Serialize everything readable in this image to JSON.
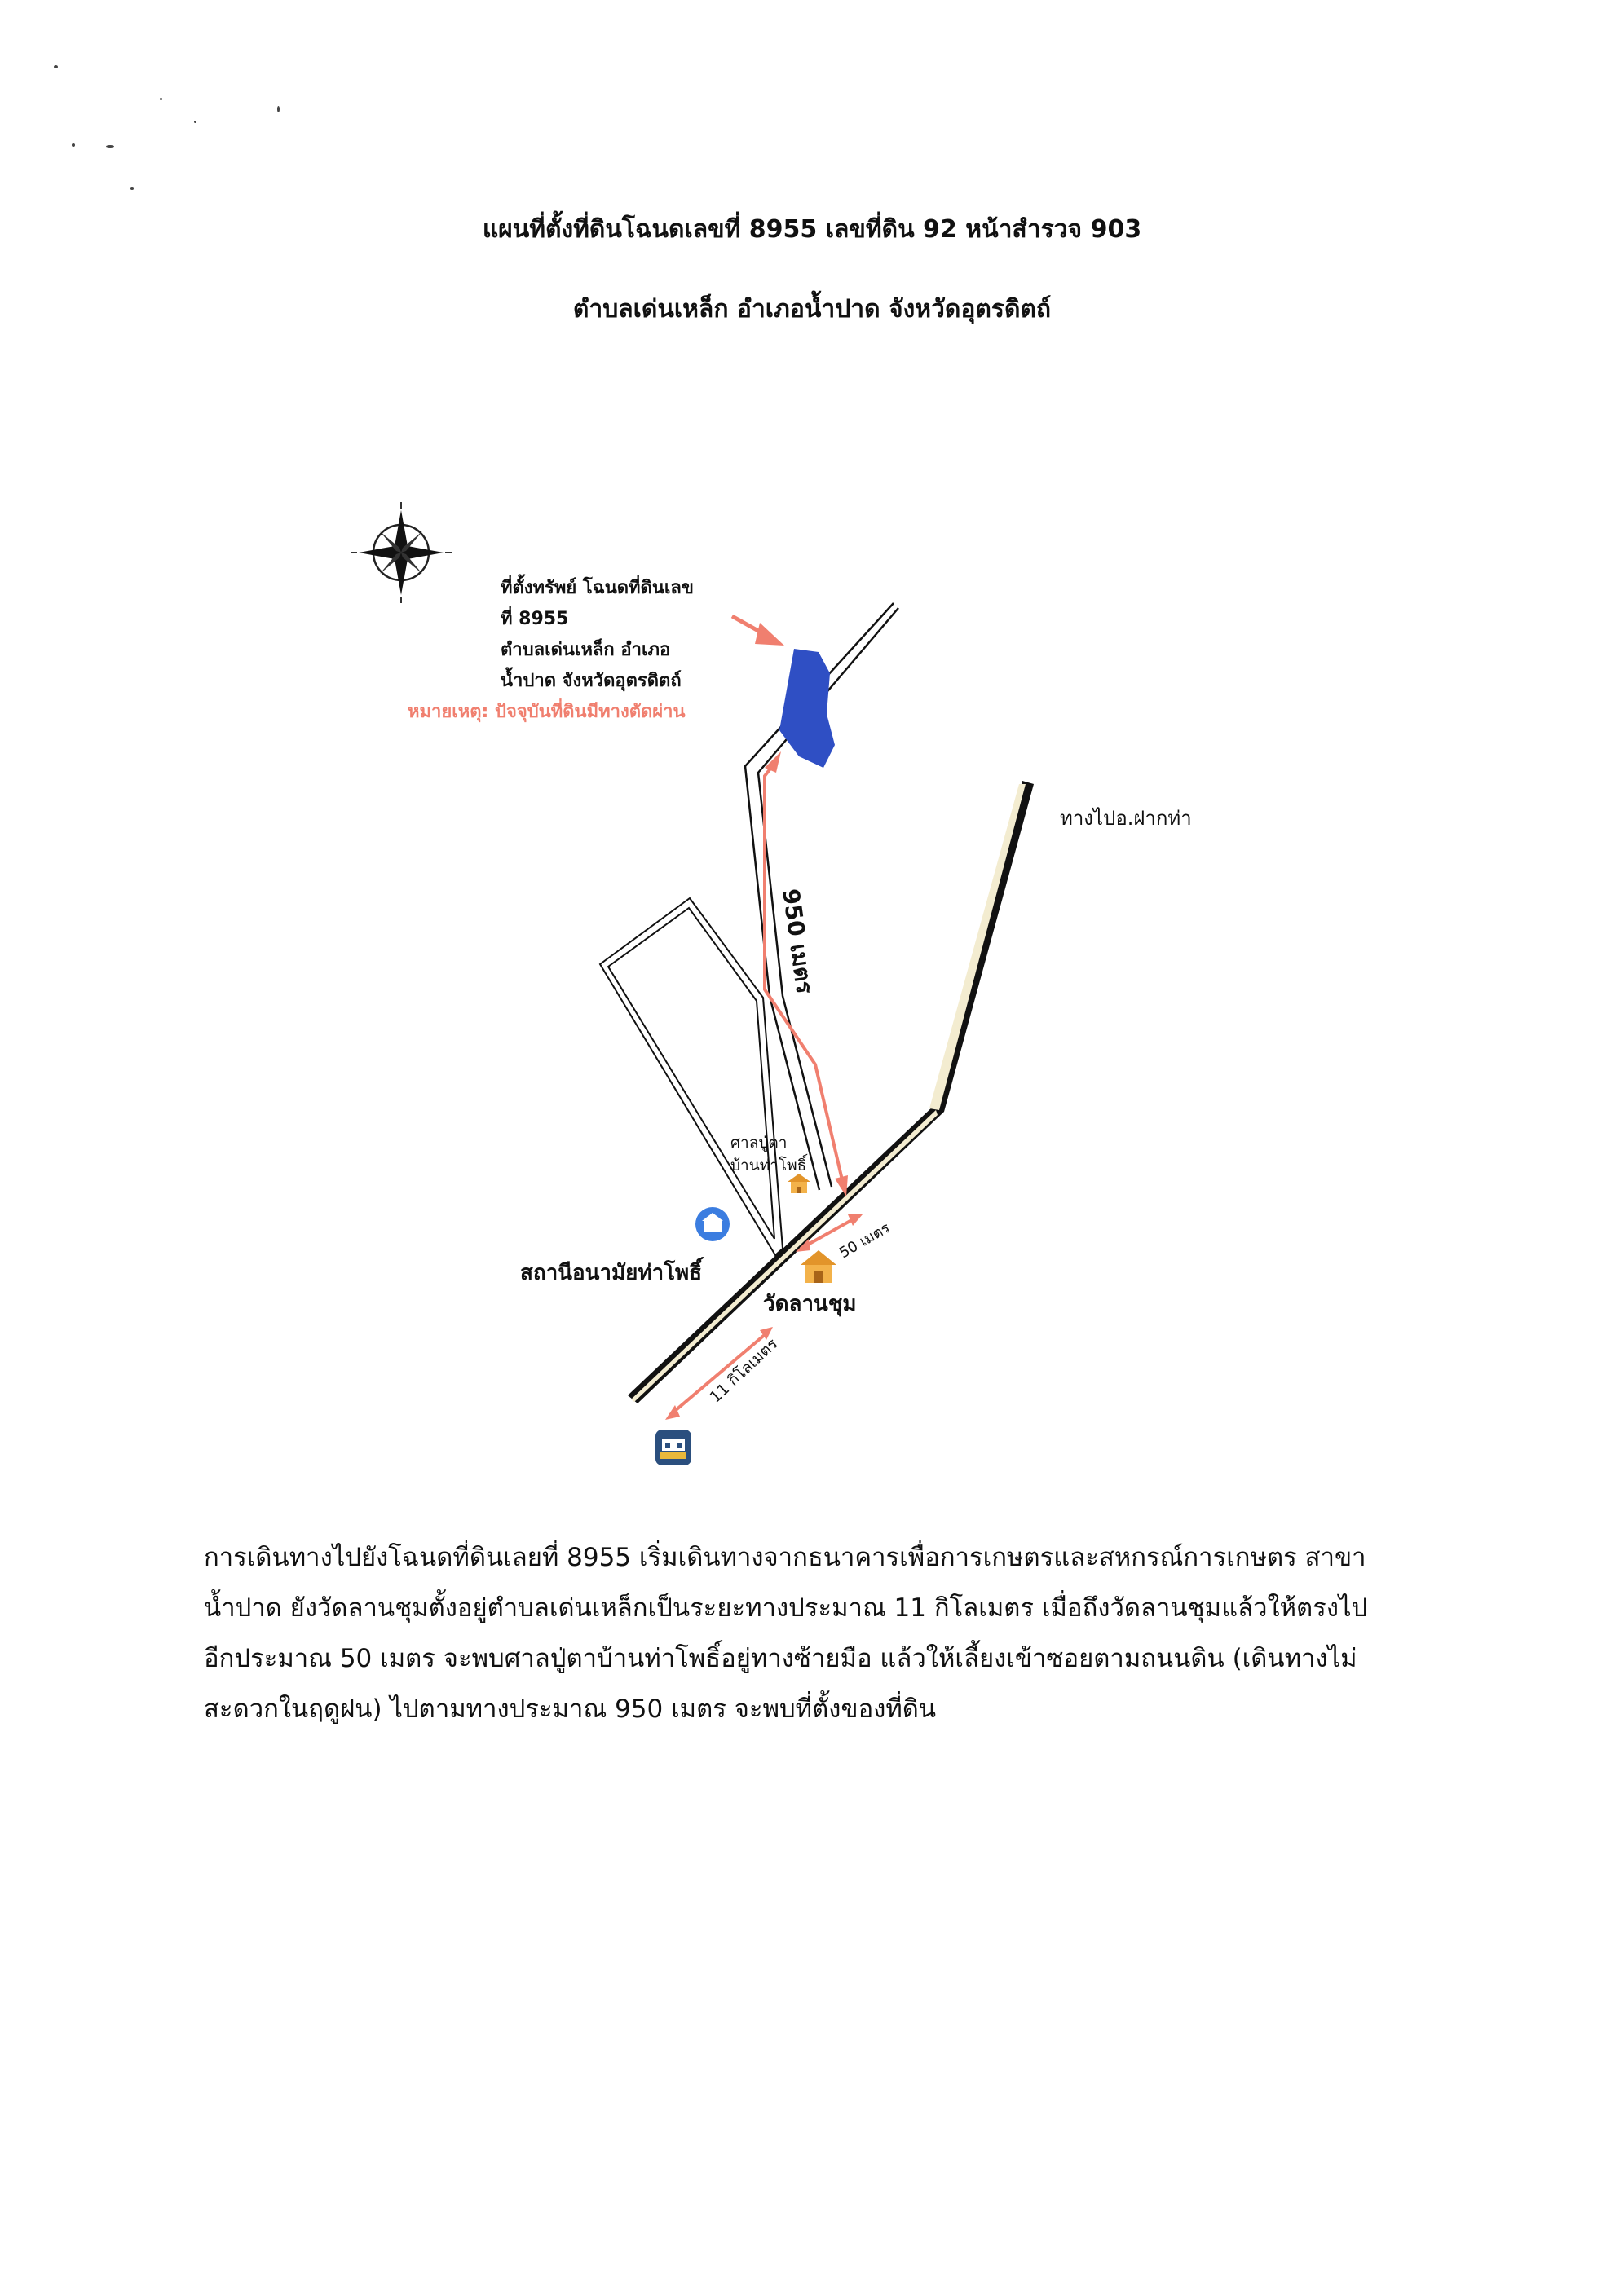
{
  "title": {
    "line1": "แผนที่ตั้งที่ดินโฉนดเลขที่ 8955 เลขที่ดิน 92 หน้าสำรวจ 903",
    "line2": "ตำบลเด่นเหล็ก อำเภอน้ำปาด จังหวัดอุตรดิตถ์"
  },
  "map": {
    "property_label": [
      "ที่ตั้งทรัพย์ โฉนดที่ดินเลข",
      "ที่ 8955",
      "ตำบลเด่นเหล็ก อำเภอ",
      "น้ำปาด จังหวัดอุตรดิตถ์"
    ],
    "note": "หมายเหตุ: ปัจจุบันที่ดินมีทางตัดผ่าน",
    "road_to": "ทางไปอ.ฝากท่า",
    "distance_950": "950 เมตร",
    "shrine_label": [
      "ศาลปู่ตา",
      "บ้านท่าโพธิ์"
    ],
    "health_station": "สถานีอนามัยท่าโพธิ์",
    "temple": "วัดลานชุม",
    "distance_50": "50 เมตร",
    "distance_11km": "11 กิโลเมตร",
    "colors": {
      "property": "#2f4fc4",
      "route": "#f07f6f",
      "note": "#f07f6f",
      "road": "#111111"
    }
  },
  "description": {
    "lines": [
      "การเดินทางไปยังโฉนดที่ดินเลยที่ 8955 เริ่มเดินทางจากธนาคารเพื่อการเกษตรและสหกรณ์การเกษตร สาขา",
      "น้ำปาด ยังวัดลานชุมตั้งอยู่ตำบลเด่นเหล็กเป็นระยะทางประมาณ 11 กิโลเมตร เมื่อถึงวัดลานชุมแล้วให้ตรงไป",
      "อีกประมาณ 50 เมตร จะพบศาลปู่ตาบ้านท่าโพธิ์อยู่ทางซ้ายมือ แล้วให้เลี้ยงเข้าซอยตามถนนดิน (เดินทางไม่",
      "สะดวกในฤดูฝน) ไปตามทางประมาณ 950 เมตร จะพบที่ตั้งของที่ดิน"
    ]
  }
}
